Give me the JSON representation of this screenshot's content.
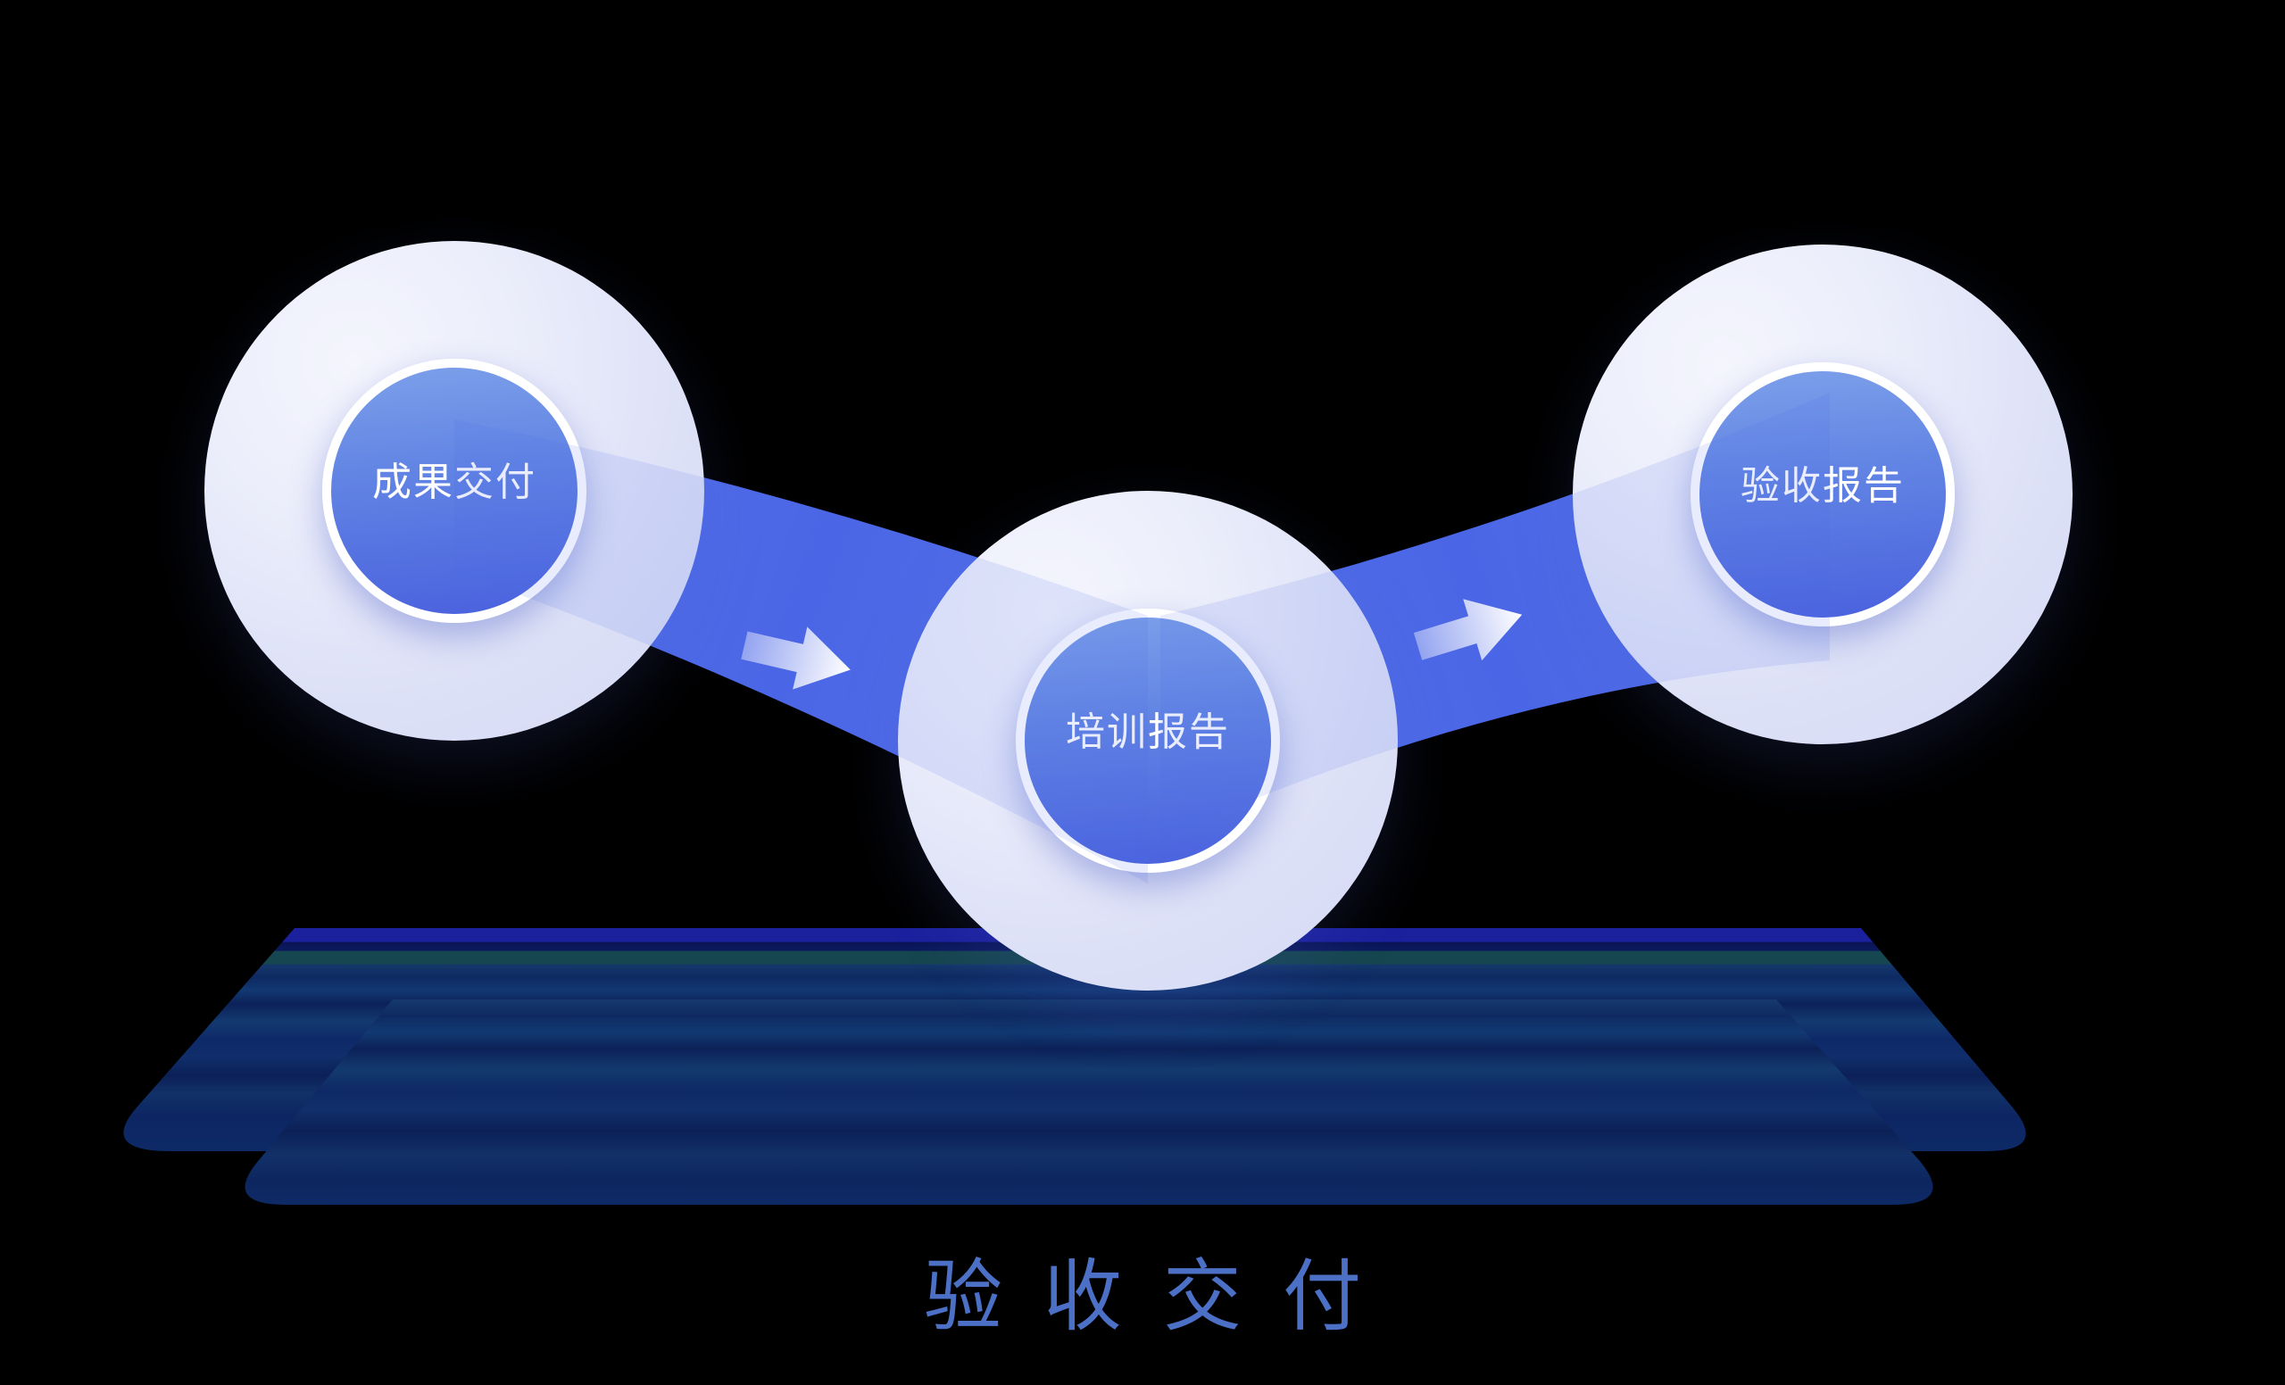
{
  "title": {
    "text": "验收交付",
    "color": "#4b70c5"
  },
  "nodes": [
    {
      "id": "deliverables",
      "label": "成果交付"
    },
    {
      "id": "training-report",
      "label": "培训报告"
    },
    {
      "id": "acceptance-report",
      "label": "验收报告"
    }
  ],
  "colors": {
    "background": "#000000",
    "outer_circle": "#dde1f7",
    "inner_circle_top": "#7da0ea",
    "inner_circle_bottom": "#4a61de",
    "inner_circle_ring": "#ffffff",
    "ribbon": "#4e6ae8",
    "arrow": "#ffffff",
    "platform_indigo_band": "#1b209d",
    "platform_teal_band": "#16464f",
    "platform_navy": "#0e2a62",
    "label_text": "#ffffff"
  }
}
